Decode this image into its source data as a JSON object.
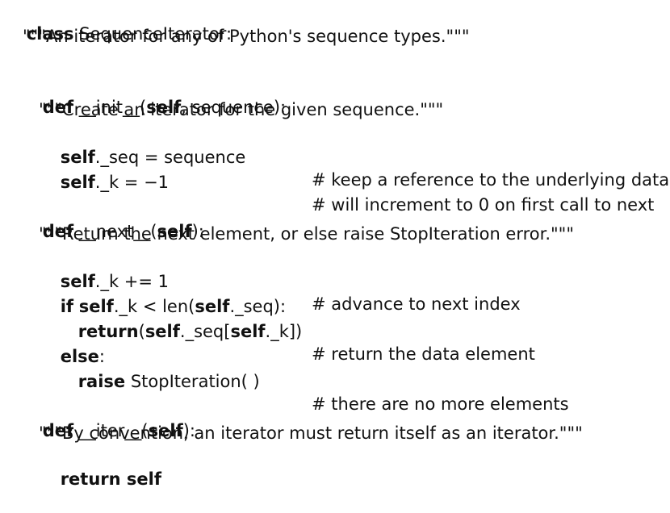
{
  "code": {
    "class_line": {
      "kw": "class",
      "text": " SequenceIterator:"
    },
    "class_doc": "\"\"\"An iterator for any of Python's sequence types.\"\"\"",
    "init_def": {
      "kw": "def",
      "name": " __init__(",
      "self": "self",
      "rest": ", sequence):"
    },
    "init_doc": "\"\"\"Create an iterator for the given sequence.\"\"\"",
    "init_l1": {
      "self": "self",
      "rest": "._seq = sequence",
      "comment": "# keep a reference to the underlying data"
    },
    "init_l2": {
      "self": "self",
      "rest": "._k = −1",
      "comment": "# will increment to 0 on first call to next"
    },
    "next_def": {
      "kw": "def",
      "name": " __next__(",
      "self": "self",
      "rest": "):"
    },
    "next_doc": "\"\"\"Return the next element, or else raise StopIteration error.\"\"\"",
    "next_l1": {
      "self": "self",
      "rest": "._k += 1",
      "comment": "# advance to next index"
    },
    "next_l2": {
      "kw": "if",
      "self1": "self",
      "mid": "._k < len(",
      "self2": "self",
      "rest": "._seq):"
    },
    "next_l3": {
      "kw": "return",
      "a": "(",
      "self1": "self",
      "b": "._seq[",
      "self2": "self",
      "c": "._k])",
      "comment": "# return the data element"
    },
    "next_l4": {
      "kw": "else",
      "rest": ":"
    },
    "next_l5": {
      "kw": "raise",
      "rest": " StopIteration( )",
      "comment": "# there are no more elements"
    },
    "iter_def": {
      "kw": "def",
      "name": " __iter__(",
      "self": "self",
      "rest": "):"
    },
    "iter_doc": "\"\"\"By convention, an iterator must return itself as an iterator.\"\"\"",
    "iter_l1": {
      "kw": "return self"
    }
  }
}
